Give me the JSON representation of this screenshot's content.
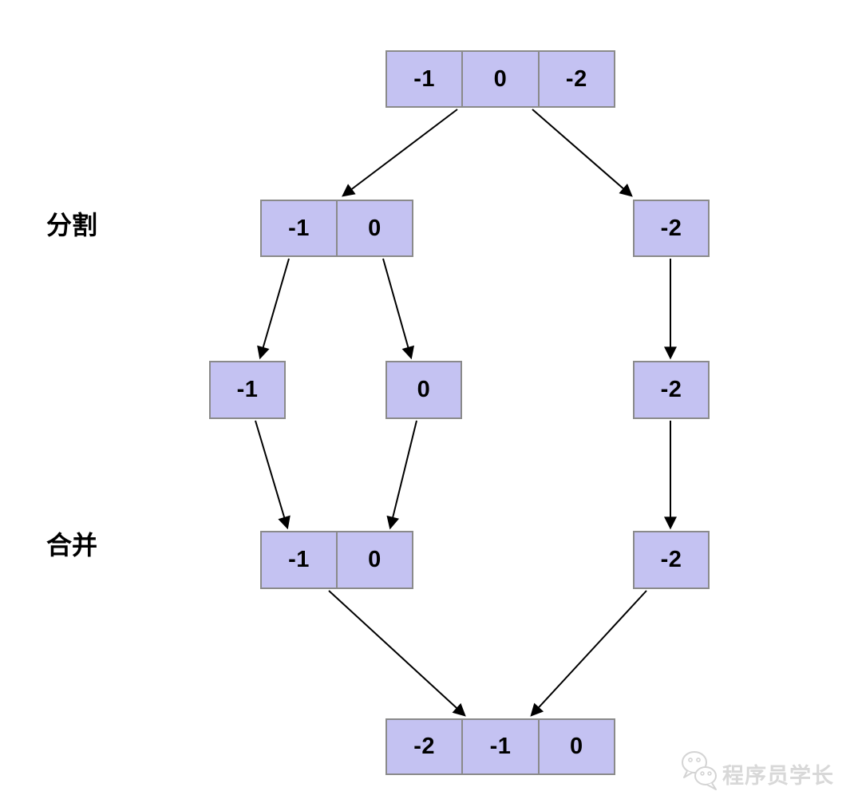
{
  "labels": {
    "split": "分割",
    "merge": "合并"
  },
  "arrays": {
    "top": {
      "cells": [
        "-1",
        "0",
        "-2"
      ]
    },
    "split_left": {
      "cells": [
        "-1",
        "0"
      ]
    },
    "split_right": {
      "cells": [
        "-2"
      ]
    },
    "single_left": {
      "cells": [
        "-1"
      ]
    },
    "single_mid": {
      "cells": [
        "0"
      ]
    },
    "single_right": {
      "cells": [
        "-2"
      ]
    },
    "merge_left": {
      "cells": [
        "-1",
        "0"
      ]
    },
    "merge_right": {
      "cells": [
        "-2"
      ]
    },
    "final": {
      "cells": [
        "-2",
        "-1",
        "0"
      ]
    }
  },
  "edges": [
    {
      "from": "top",
      "to": "split_left"
    },
    {
      "from": "top",
      "to": "split_right"
    },
    {
      "from": "split_left",
      "to": "single_left"
    },
    {
      "from": "split_left",
      "to": "single_mid"
    },
    {
      "from": "split_right",
      "to": "single_right"
    },
    {
      "from": "single_left",
      "to": "merge_left"
    },
    {
      "from": "single_mid",
      "to": "merge_left"
    },
    {
      "from": "single_right",
      "to": "merge_right"
    },
    {
      "from": "merge_left",
      "to": "final"
    },
    {
      "from": "merge_right",
      "to": "final"
    }
  ],
  "watermark": {
    "icon": "wechat-bubbles-icon",
    "text": "程序员学长"
  },
  "colors": {
    "background": "#ffffff",
    "cell_fill": "#c4c2f2",
    "cell_border": "#8a8a8a",
    "arrow": "#000000",
    "label_text": "#000000",
    "watermark_text": "#d8d8d8"
  }
}
